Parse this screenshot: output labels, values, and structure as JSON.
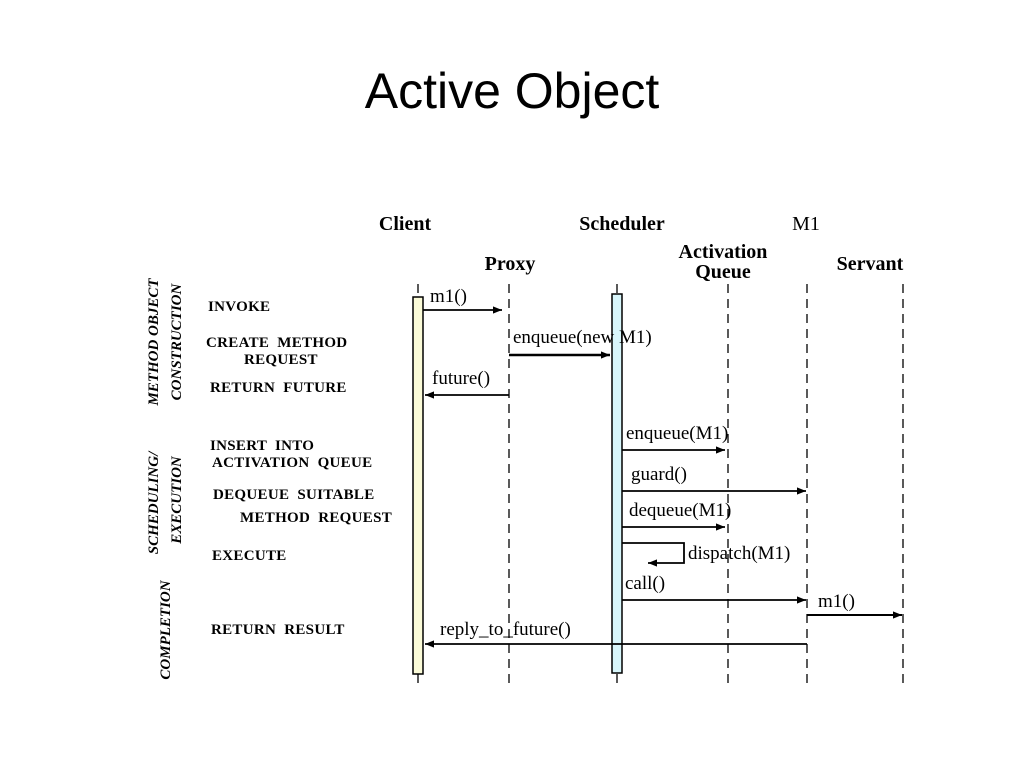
{
  "title": "Active Object",
  "participants": {
    "client": "Client",
    "proxy": "Proxy",
    "scheduler": "Scheduler",
    "m1": "M1",
    "activation_queue_line1": "Activation",
    "activation_queue_line2": "Queue",
    "servant": "Servant"
  },
  "phases": {
    "method_object_line1": "METHOD OBJECT",
    "method_object_line2": "CONSTRUCTION",
    "scheduling_line1": "SCHEDULING/",
    "scheduling_line2": "EXECUTION",
    "completion": "COMPLETION"
  },
  "steps": {
    "invoke": "INVOKE",
    "create_method_line1": "CREATE  METHOD",
    "create_method_line2": "REQUEST",
    "return_future": "RETURN  FUTURE",
    "insert_queue_line1": "INSERT  INTO",
    "insert_queue_line2": "ACTIVATION  QUEUE",
    "dequeue_line1": "DEQUEUE  SUITABLE",
    "dequeue_line2": "METHOD  REQUEST",
    "execute": "EXECUTE",
    "return_result": "RETURN  RESULT"
  },
  "messages": {
    "m1_call": "m1()",
    "enqueue_new": "enqueue(new M1)",
    "future": "future()",
    "enqueue_m1": "enqueue(M1)",
    "guard": "guard()",
    "dequeue_m1": "dequeue(M1)",
    "dispatch_m1": "dispatch(M1)",
    "call": "call()",
    "servant_m1": "m1()",
    "reply_to_future": "reply_to_future()"
  },
  "colors": {
    "client_activation": "#fbfbd8",
    "scheduler_activation": "#d8f6fb",
    "line": "#000000"
  }
}
